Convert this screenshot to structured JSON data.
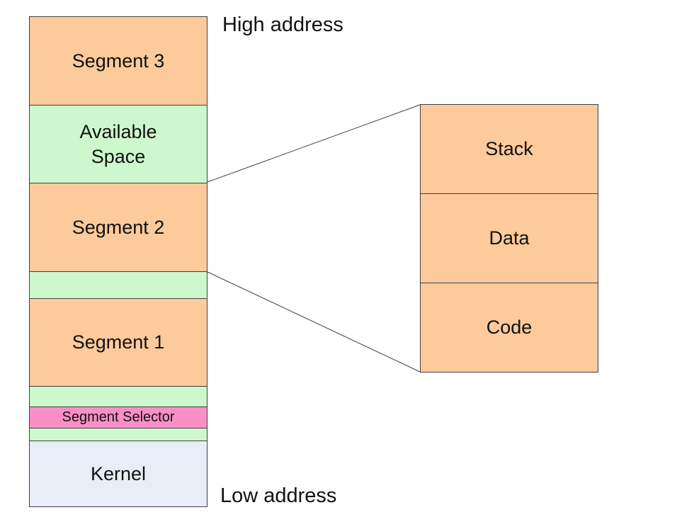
{
  "labels": {
    "high_address": "High address",
    "low_address": "Low address"
  },
  "memory_column": {
    "blocks": [
      {
        "label": "Segment 3",
        "type": "segment"
      },
      {
        "label": "Available\nSpace",
        "type": "available-space"
      },
      {
        "label": "Segment 2",
        "type": "segment"
      },
      {
        "label": "",
        "type": "available-space"
      },
      {
        "label": "Segment 1",
        "type": "segment"
      },
      {
        "label": "",
        "type": "available-space"
      },
      {
        "label": "Segment Selector",
        "type": "segment-selector"
      },
      {
        "label": "",
        "type": "available-space"
      },
      {
        "label": "Kernel",
        "type": "kernel"
      }
    ]
  },
  "segment_detail": {
    "blocks": [
      {
        "label": "Stack"
      },
      {
        "label": "Data"
      },
      {
        "label": "Code"
      }
    ]
  },
  "colors": {
    "segment_orange": "#FDCA9B",
    "available_green": "#CDF8CE",
    "selector_pink": "#FA8FC8",
    "kernel_blue": "#E8EDF7",
    "border": "#404040"
  }
}
